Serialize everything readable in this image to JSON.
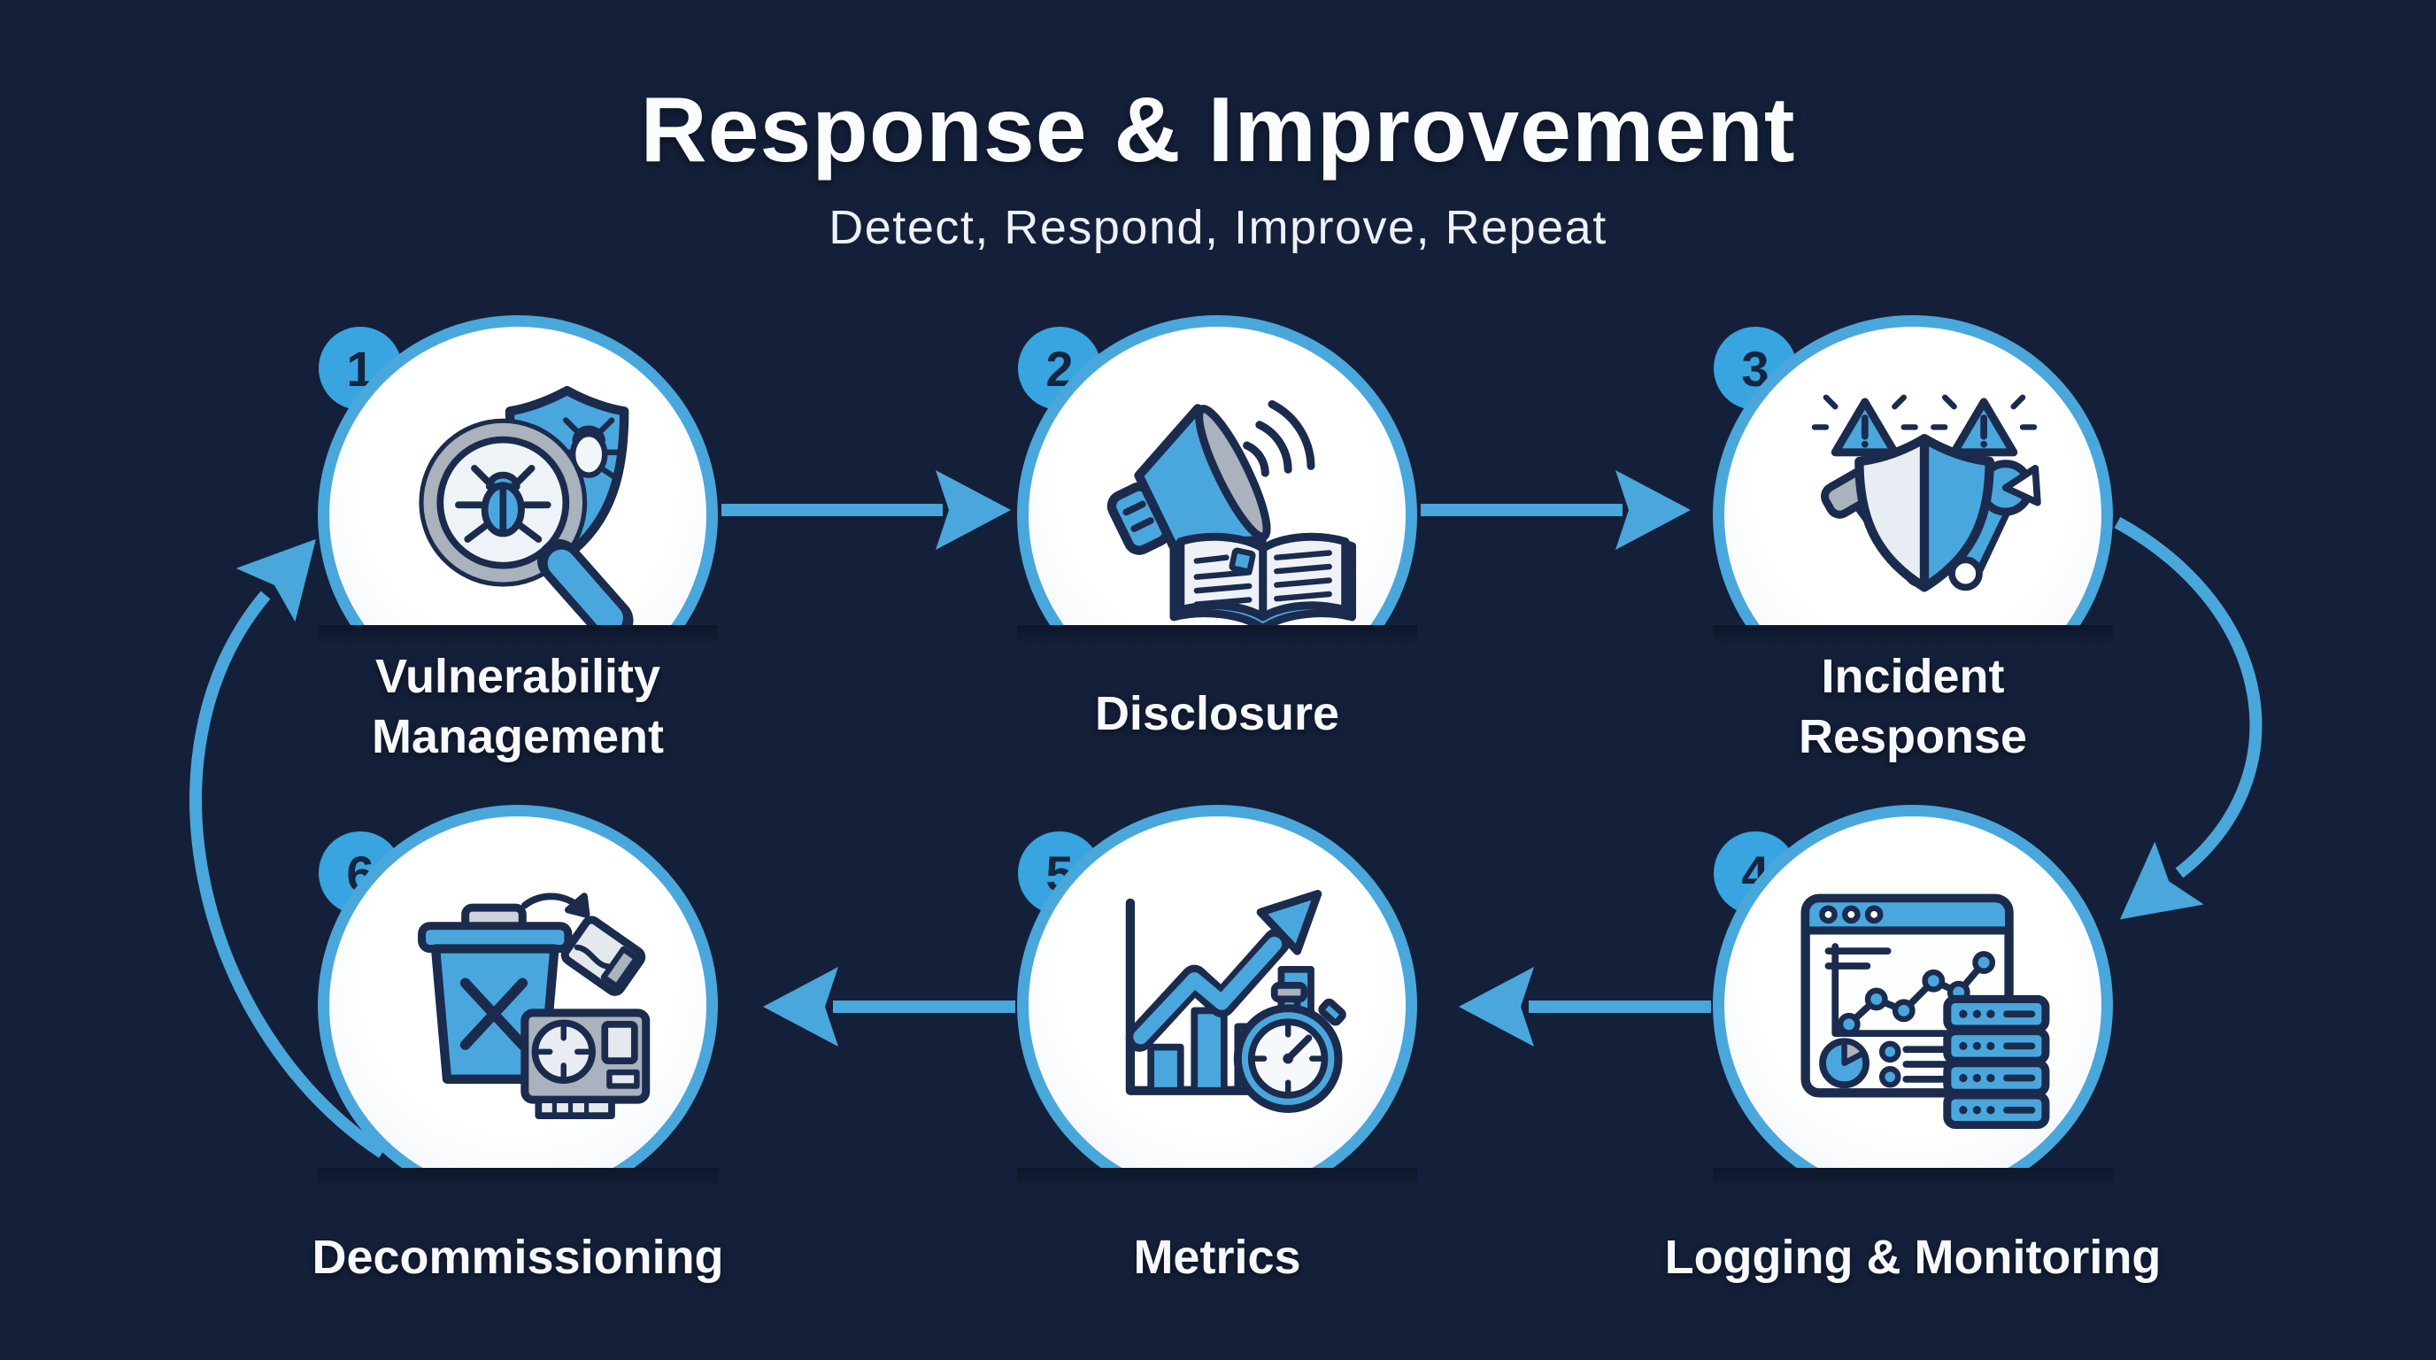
{
  "header": {
    "title": "Response & Improvement",
    "subtitle": "Detect, Respond, Improve, Repeat"
  },
  "nodes": [
    {
      "number": "1",
      "label": "Vulnerability Management",
      "icon": "bug-scan-shield-icon"
    },
    {
      "number": "2",
      "label": "Disclosure",
      "icon": "megaphone-open-book-icon"
    },
    {
      "number": "3",
      "label": "Incident Response",
      "icon": "shield-hammer-wrench-alert-icon"
    },
    {
      "number": "4",
      "label": "Logging & Monitoring",
      "icon": "dashboard-server-stack-icon"
    },
    {
      "number": "5",
      "label": "Metrics",
      "icon": "growth-chart-stopwatch-icon"
    },
    {
      "number": "6",
      "label": "Decommissioning",
      "icon": "trash-hardware-disposal-icon"
    }
  ],
  "flow": {
    "type": "cycle",
    "arrows": [
      "1→2",
      "2→3",
      "3→4",
      "4→5",
      "5→6",
      "6→1"
    ]
  },
  "colors": {
    "background": "#14203a",
    "accent_blue": "#4aa7dc",
    "badge_blue": "#38a5e0",
    "outline_navy": "#1b2b4d",
    "circle_fill": "#ffffff",
    "gray": "#aab3bf",
    "text": "#f7f9fc"
  }
}
